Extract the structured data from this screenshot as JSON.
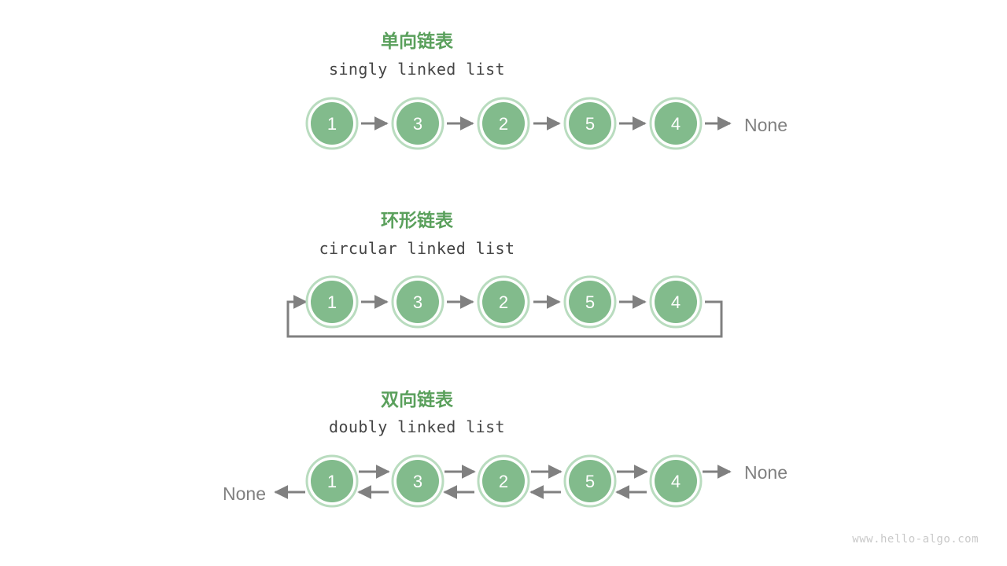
{
  "page": {
    "background_color": "#ffffff",
    "watermark": "www.hello-algo.com"
  },
  "palette": {
    "node_fill": "#82bb8c",
    "node_ring": "#b9dcbf",
    "node_text": "#ffffff",
    "arrow": "#808080",
    "title_cn": "#5aa05c",
    "title_en": "#454545",
    "none_text": "#808080",
    "watermark": "#c9c9c9"
  },
  "sections": [
    {
      "id": "singly",
      "title_cn": "单向链表",
      "title_en": "singly linked list",
      "nodes": [
        {
          "value": "1"
        },
        {
          "value": "3"
        },
        {
          "value": "2"
        },
        {
          "value": "5"
        },
        {
          "value": "4"
        }
      ],
      "tail_label": "None",
      "head_label": null
    },
    {
      "id": "circular",
      "title_cn": "环形链表",
      "title_en": "circular linked list",
      "nodes": [
        {
          "value": "1"
        },
        {
          "value": "3"
        },
        {
          "value": "2"
        },
        {
          "value": "5"
        },
        {
          "value": "4"
        }
      ],
      "tail_label": null,
      "head_label": null
    },
    {
      "id": "doubly",
      "title_cn": "双向链表",
      "title_en": "doubly linked list",
      "nodes": [
        {
          "value": "1"
        },
        {
          "value": "3"
        },
        {
          "value": "2"
        },
        {
          "value": "5"
        },
        {
          "value": "4"
        }
      ],
      "tail_label": "None",
      "head_label": "None"
    }
  ],
  "icons": {
    "arrow_head": "arrow-head-icon",
    "node_circle": "node-circle-icon"
  }
}
